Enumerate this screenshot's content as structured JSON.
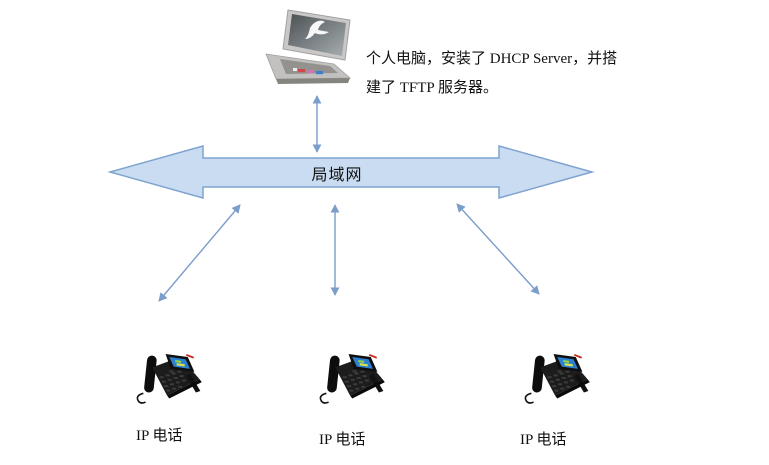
{
  "diagram": {
    "pc": {
      "note_line1": "个人电脑，安装了 DHCP Server，并搭",
      "note_line2": "建了 TFTP 服务器。"
    },
    "lan": {
      "label": "局域网"
    },
    "phones": [
      {
        "label": "IP 电话"
      },
      {
        "label": "IP 电话"
      },
      {
        "label": "IP 电话"
      }
    ],
    "icons": {
      "laptop": "laptop-icon",
      "phone": "ip-phone-icon",
      "lan_arrow": "horizontal-double-arrow",
      "connector": "double-headed-arrow"
    },
    "colors": {
      "background": "#FFFFFF",
      "text": "#111111",
      "lan_arrow_fill": "#C9DCF2",
      "lan_arrow_border": "#7FA3CE",
      "connector_arrow": "#7B9DC9",
      "phone_body": "#1C1C1C",
      "phone_screen": "#2D7FD0",
      "phone_accent_red": "#C62B1D",
      "laptop_body": "#C9C8C6"
    }
  }
}
